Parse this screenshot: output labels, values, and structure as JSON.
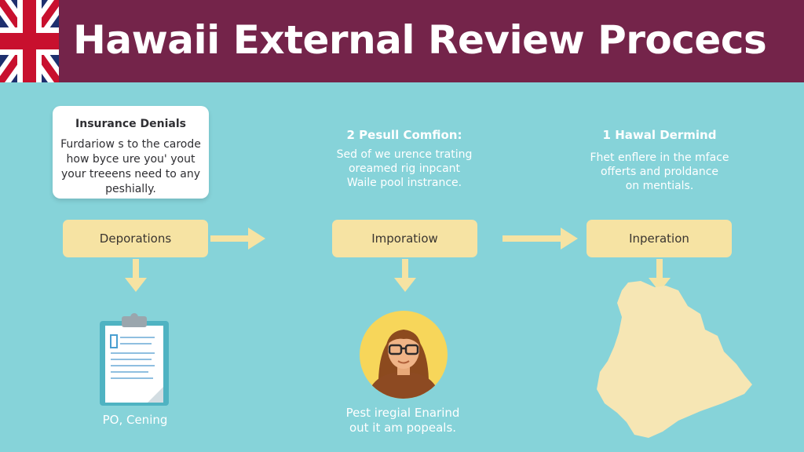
{
  "header": {
    "title": "Hawaii External Review Procecs"
  },
  "card": {
    "title": "Insurance Denials",
    "lines": [
      "Furdariow s to the carode",
      "how byce ure you' yout",
      "your treeens need to any",
      "peshially."
    ]
  },
  "columns": [
    {
      "title": "2 Pesull Comfion:",
      "lines": [
        "Sed of we urence trating",
        "oreamed rig inpcant",
        "Waile pool instrance."
      ]
    },
    {
      "title": "1 Hawal Dermind",
      "lines": [
        "Fhet enflere in the mface",
        "offerts and proldance",
        "on mentials."
      ]
    }
  ],
  "boxes": [
    "Deporations",
    "Imporatiow",
    "Inperation"
  ],
  "captions": {
    "clipboard": "PO, Cening",
    "person": [
      "Pest iregial Enarind",
      "out it am popeals."
    ]
  },
  "colors": {
    "background": "#86d3d9",
    "header": "#74244a",
    "box": "#f6e3a3",
    "arrow": "#f6e3a3",
    "island": "#f6e6b4"
  },
  "icons": [
    "uk-flag-icon",
    "arrow-right-icon",
    "arrow-down-icon",
    "clipboard-icon",
    "person-avatar-icon",
    "island-map-icon"
  ]
}
